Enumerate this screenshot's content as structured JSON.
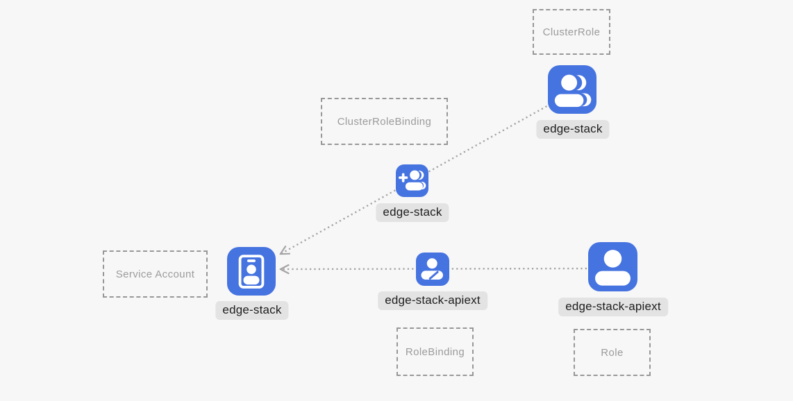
{
  "colors": {
    "icon_blue": "#4573df",
    "line_gray": "#a4a4a4",
    "dash_border": "#979797",
    "box_text": "#9b9b9b",
    "pill_bg": "#e3e3e3",
    "pill_text": "#1d1d1d",
    "bg": "#f7f7f8"
  },
  "boxes": [
    {
      "label": "ClusterRole"
    },
    {
      "label": "ClusterRoleBinding"
    },
    {
      "label": "Service Account"
    },
    {
      "label": "RoleBinding"
    },
    {
      "label": "Role"
    }
  ],
  "nodes": [
    {
      "label": "edge-stack",
      "icon": "group-icon",
      "kind": "ClusterRole"
    },
    {
      "label": "edge-stack",
      "icon": "person-add-icon",
      "kind": "ClusterRoleBinding"
    },
    {
      "label": "edge-stack",
      "icon": "badge-icon",
      "kind": "Service Account"
    },
    {
      "label": "edge-stack-apiext",
      "icon": "person-edit-icon",
      "kind": "RoleBinding"
    },
    {
      "label": "edge-stack-apiext",
      "icon": "person-icon",
      "kind": "Role"
    }
  ],
  "edges": [
    {
      "from": "edge-stack (ClusterRole)",
      "to": "edge-stack (Service Account)",
      "style": "dotted-arrow"
    },
    {
      "from": "edge-stack-apiext (Role)",
      "to": "edge-stack (Service Account)",
      "style": "dotted-arrow"
    }
  ]
}
